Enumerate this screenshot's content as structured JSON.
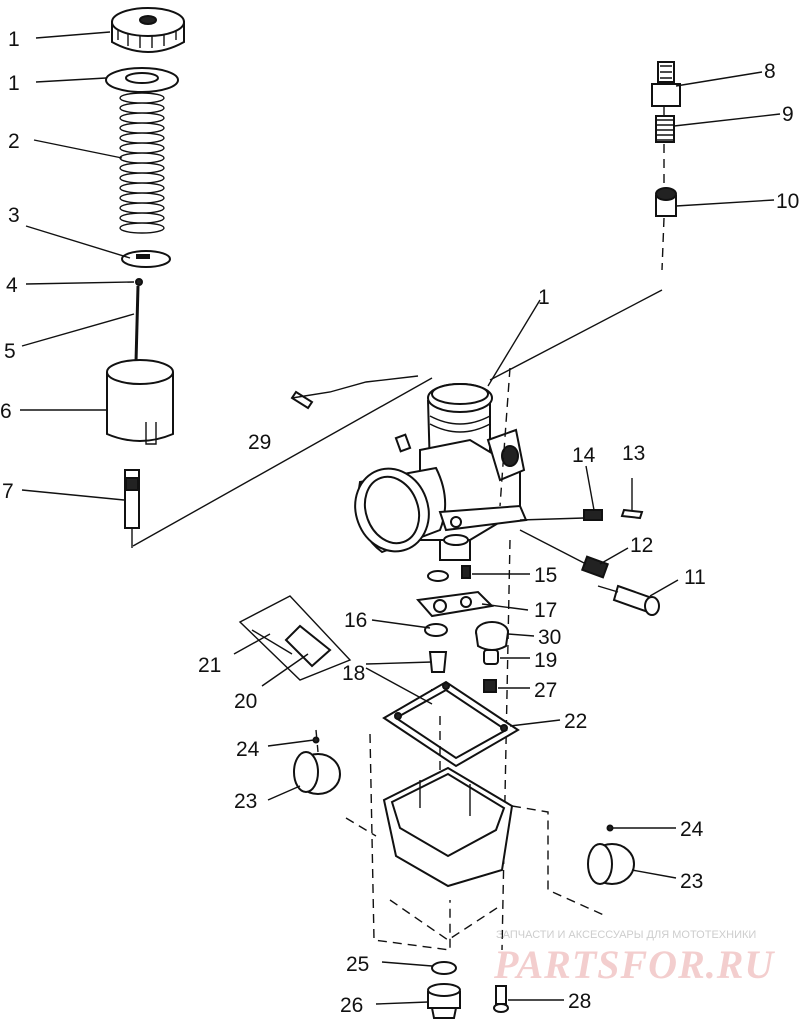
{
  "callouts": [
    {
      "id": "c1a",
      "text": "1"
    },
    {
      "id": "c1b",
      "text": "1"
    },
    {
      "id": "c2",
      "text": "2"
    },
    {
      "id": "c3",
      "text": "3"
    },
    {
      "id": "c4",
      "text": "4"
    },
    {
      "id": "c5",
      "text": "5"
    },
    {
      "id": "c6",
      "text": "6"
    },
    {
      "id": "c7",
      "text": "7"
    },
    {
      "id": "c8",
      "text": "8"
    },
    {
      "id": "c9",
      "text": "9"
    },
    {
      "id": "c10",
      "text": "10"
    },
    {
      "id": "c1c",
      "text": "1"
    },
    {
      "id": "c29",
      "text": "29"
    },
    {
      "id": "c14",
      "text": "14"
    },
    {
      "id": "c13",
      "text": "13"
    },
    {
      "id": "c12",
      "text": "12"
    },
    {
      "id": "c11",
      "text": "11"
    },
    {
      "id": "c15",
      "text": "15"
    },
    {
      "id": "c16",
      "text": "16"
    },
    {
      "id": "c17",
      "text": "17"
    },
    {
      "id": "c30",
      "text": "30"
    },
    {
      "id": "c21",
      "text": "21"
    },
    {
      "id": "c18",
      "text": "18"
    },
    {
      "id": "c19",
      "text": "19"
    },
    {
      "id": "c27",
      "text": "27"
    },
    {
      "id": "c20",
      "text": "20"
    },
    {
      "id": "c22",
      "text": "22"
    },
    {
      "id": "c24a",
      "text": "24"
    },
    {
      "id": "c23a",
      "text": "23"
    },
    {
      "id": "c24b",
      "text": "24"
    },
    {
      "id": "c23b",
      "text": "23"
    },
    {
      "id": "c25",
      "text": "25"
    },
    {
      "id": "c26",
      "text": "26"
    },
    {
      "id": "c28",
      "text": "28"
    }
  ],
  "watermark": {
    "caption": "ЗАПЧАСТИ И АКСЕССУАРЫ ДЛЯ МОТОТЕХНИКИ",
    "logo": "PARTSFOR.RU"
  }
}
